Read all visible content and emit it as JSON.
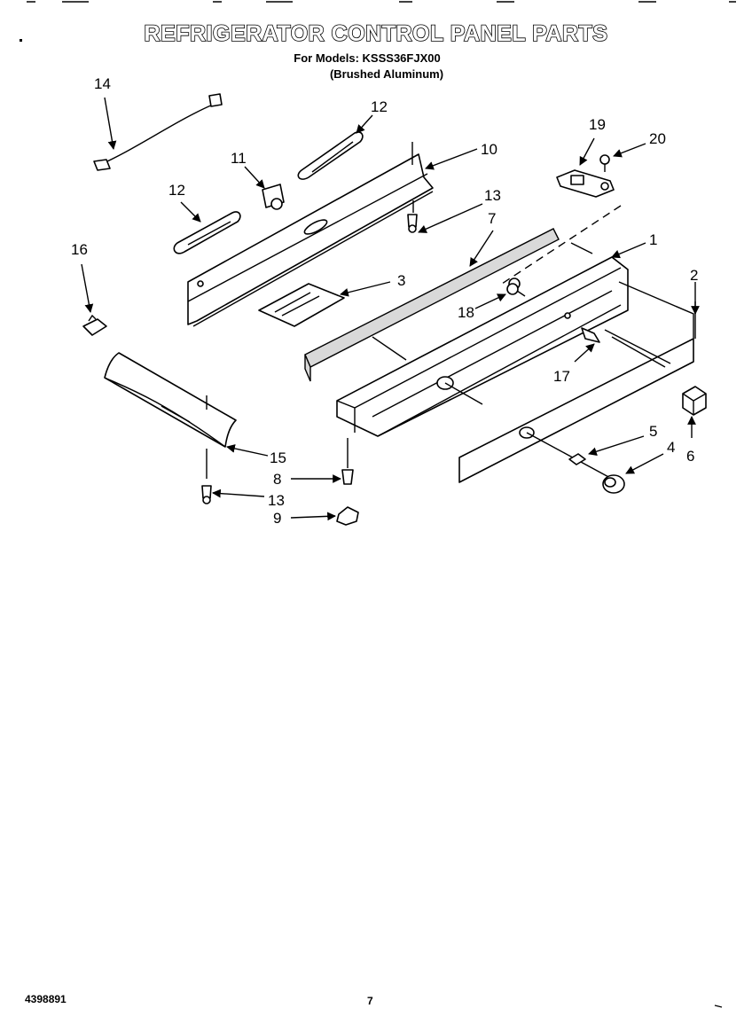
{
  "header": {
    "title": "REFRIGERATOR CONTROL PANEL PARTS",
    "models_line": "For Models: KSSS36FJX00",
    "finish_line": "(Brushed Aluminum)"
  },
  "callouts": [
    {
      "id": "c14",
      "label": "14"
    },
    {
      "id": "c12a",
      "label": "12"
    },
    {
      "id": "c11",
      "label": "11"
    },
    {
      "id": "c10",
      "label": "10"
    },
    {
      "id": "c12b",
      "label": "12"
    },
    {
      "id": "c19",
      "label": "19"
    },
    {
      "id": "c20",
      "label": "20"
    },
    {
      "id": "c13a",
      "label": "13"
    },
    {
      "id": "c7",
      "label": "7"
    },
    {
      "id": "c1",
      "label": "1"
    },
    {
      "id": "c16",
      "label": "16"
    },
    {
      "id": "c3",
      "label": "3"
    },
    {
      "id": "c2",
      "label": "2"
    },
    {
      "id": "c18",
      "label": "18"
    },
    {
      "id": "c17",
      "label": "17"
    },
    {
      "id": "c15",
      "label": "15"
    },
    {
      "id": "c5",
      "label": "5"
    },
    {
      "id": "c4",
      "label": "4"
    },
    {
      "id": "c6",
      "label": "6"
    },
    {
      "id": "c8",
      "label": "8"
    },
    {
      "id": "c13b",
      "label": "13"
    },
    {
      "id": "c9",
      "label": "9"
    }
  ],
  "footer": {
    "doc_number": "4398891",
    "page_number": "7"
  }
}
